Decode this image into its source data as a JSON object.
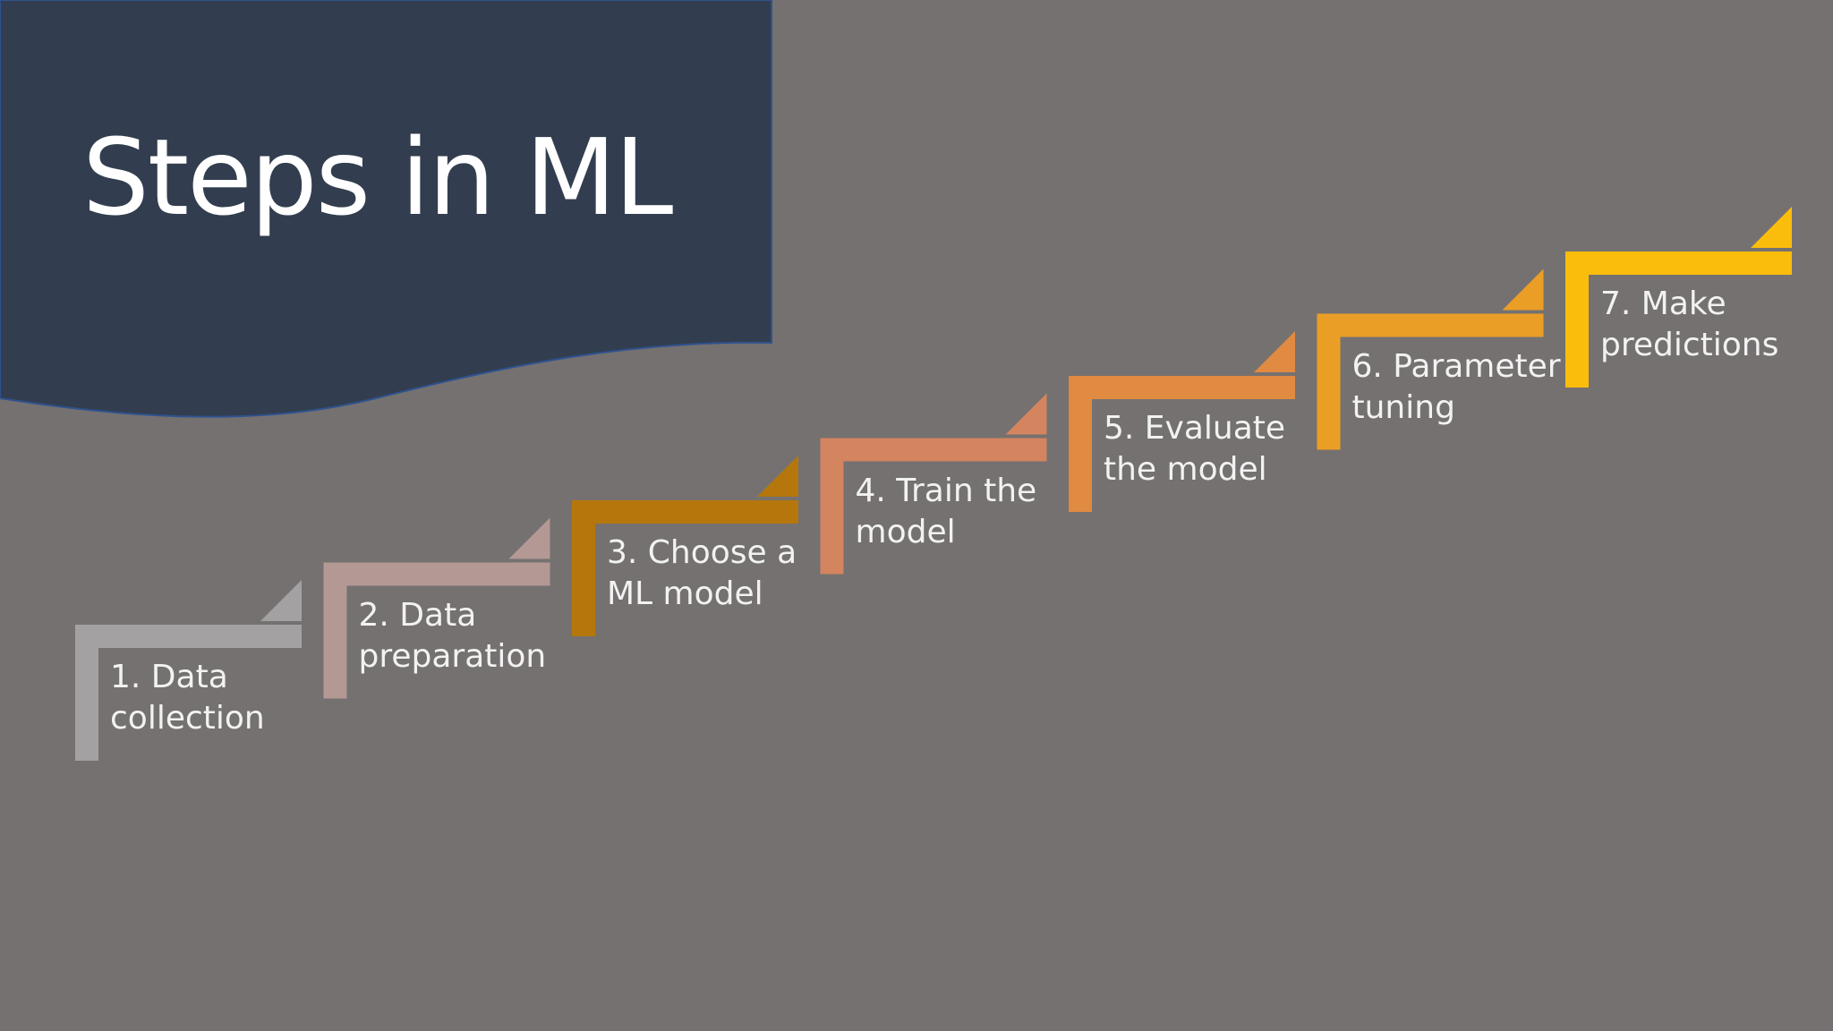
{
  "title": "Steps in ML",
  "colors": {
    "background": "#757170",
    "title_panel": "#323e4f",
    "title_panel_border": "#2f528f",
    "text": "#f2f2f2"
  },
  "steps": [
    {
      "line1": "1. Data",
      "line2": "collection",
      "color": "#a3a1a1"
    },
    {
      "line1": "2. Data",
      "line2": "preparation",
      "color": "#b39894"
    },
    {
      "line1": "3. Choose a",
      "line2": "ML model",
      "color": "#b5770c"
    },
    {
      "line1": "4. Train the",
      "line2": "model",
      "color": "#d4845f"
    },
    {
      "line1": "5. Evaluate",
      "line2": "the model",
      "color": "#e08a42"
    },
    {
      "line1": "6. Parameter",
      "line2": "tuning",
      "color": "#eb9e26"
    },
    {
      "line1": "7. Make",
      "line2": "predictions",
      "color": "#fbbd0c"
    }
  ]
}
